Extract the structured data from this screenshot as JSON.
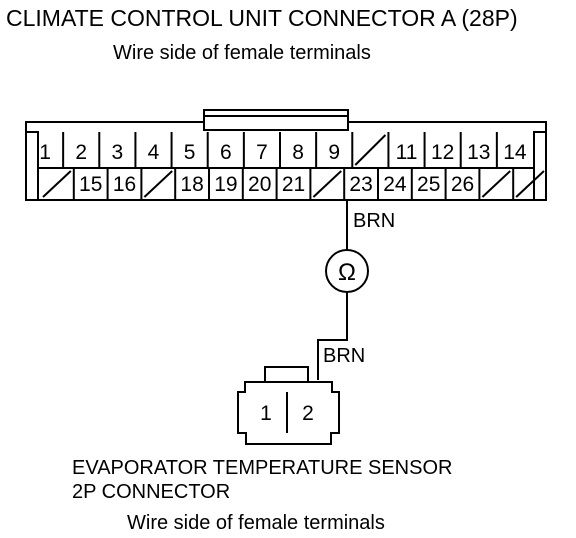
{
  "connector_a": {
    "title": "CLIMATE CONTROL UNIT CONNECTOR A (28P)",
    "subtitle": "Wire side of female terminals",
    "row1": [
      "1",
      "2",
      "3",
      "4",
      "5",
      "6",
      "7",
      "8",
      "9",
      "",
      "11",
      "12",
      "13",
      "14"
    ],
    "row2": [
      "",
      "15",
      "16",
      "",
      "18",
      "19",
      "20",
      "21",
      "",
      "23",
      "24",
      "25",
      "26",
      "",
      ""
    ]
  },
  "wire_upper": "BRN",
  "wire_lower": "BRN",
  "ohm_symbol": "Ω",
  "sensor_connector": {
    "pins": [
      "1",
      "2"
    ],
    "title_line1": "EVAPORATOR TEMPERATURE SENSOR",
    "title_line2": "2P CONNECTOR",
    "subtitle": "Wire side of female terminals"
  }
}
